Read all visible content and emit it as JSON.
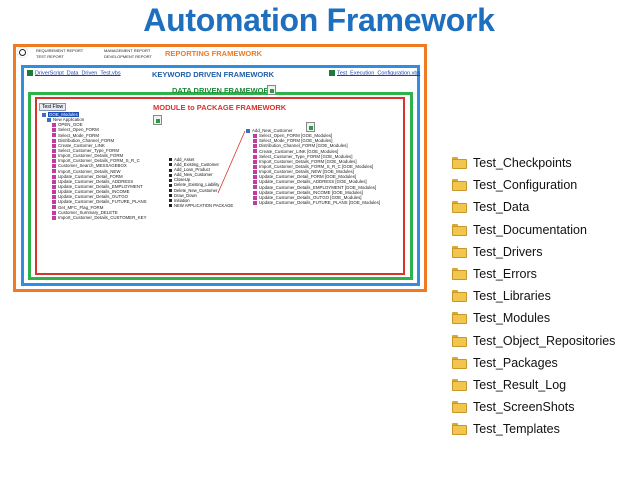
{
  "title": "Automation Framework",
  "frames": {
    "reporting": "REPORTING FRAMEWORK",
    "keyword": "KEYWORD DRIVEN FRAMEWORK",
    "data": "DATA DRIVEN FRAMEWORK",
    "module": "MODULE to PACKAGE FRAMEWORK"
  },
  "reports": {
    "requirement": "REQUIREMENT REPORT",
    "management": "MANAGEMENT REPORT",
    "test": "TEST REPORT",
    "development": "DEVELOPMENT REPORT"
  },
  "files": {
    "driver_script": "DriverScript_Data_Driven_Test.vbs",
    "execution_config": "Test_Execution_Configuration.vbs"
  },
  "test_flow": "Test Flow",
  "left_tree": {
    "root": "GOE_Modules",
    "app": "New Application",
    "items": [
      "OPEN_GOE",
      "Select_Open_FORM",
      "Select_Mode_FORM",
      "Distribution_Channel_FORM",
      "Create_Customer_LINK",
      "Select_Customer_Type_FORM",
      "Import_Customer_Details_FORM",
      "Import_Customer_Details_FORM_S_R_C",
      "Customer_Search_MESSAGEBOX",
      "Import_Customer_Details_NEW",
      "Update_Customer_Detail_FORM",
      "Update_Customer_Details_ADDRESS",
      "Update_Customer_Details_EMPLOYMENT",
      "Update_Customer_Details_INCOME",
      "Update_Customer_Details_OUTGO",
      "Update_Customer_Details_FUTURE_PLANS",
      "Get_MFC_Flag_FORM",
      "Customer_Summary_DELETE",
      "Import_Customer_Details_CUSTOMER_KEY"
    ]
  },
  "middle_list": [
    "Add_Asset",
    "Add_Existing_Customer",
    "Add_Loan_Product",
    "Add_New_Customer",
    "CloseUp",
    "Delete_Existing_Liability",
    "Delete_New_Customer",
    "Draw_Down",
    "Initiation",
    "NEW APPLICATION PACKAGE"
  ],
  "right_tree": {
    "root": "Add_New_Customer",
    "items": [
      "Select_Open_FORM [GOE_Modules]",
      "Select_Mode_FORM [GOE_Modules]",
      "Distribution_Channel_FORM [GOE_Modules]",
      "Create_Customer_LINK [GOE_Modules]",
      "Select_Customer_Type_FORM [GOE_Modules]",
      "Import_Customer_Details_FORM [GOE_Modules]",
      "Import_Customer_Details_FORM_S_R_C [GOE_Modules]",
      "Import_Customer_Details_NEW [GOE_Modules]",
      "Update_Customer_Detail_FORM [GOE_Modules]",
      "Update_Customer_Details_ADDRESS [GOE_Modules]",
      "Update_Customer_Details_EMPLOYMENT [GOE_Modules]",
      "Update_Customer_Details_INCOME [GOE_Modules]",
      "Update_Customer_Details_OUTGO [GOE_Modules]",
      "Update_Customer_Details_FUTURE_PLANS [GOE_Modules]"
    ]
  },
  "folders": [
    "Test_Checkpoints",
    "Test_Configuration",
    "Test_Data",
    "Test_Documentation",
    "Test_Drivers",
    "Test_Errors",
    "Test_Libraries",
    "Test_Modules",
    "Test_Object_Repositories",
    "Test_Packages",
    "Test_Result_Log",
    "Test_ScreenShots",
    "Test_Templates"
  ],
  "colors": {
    "title": "#1f6fbf",
    "reporting": "#f07a22",
    "keyword": "#2f8ee0",
    "data": "#2db34a",
    "module": "#d9342b"
  }
}
